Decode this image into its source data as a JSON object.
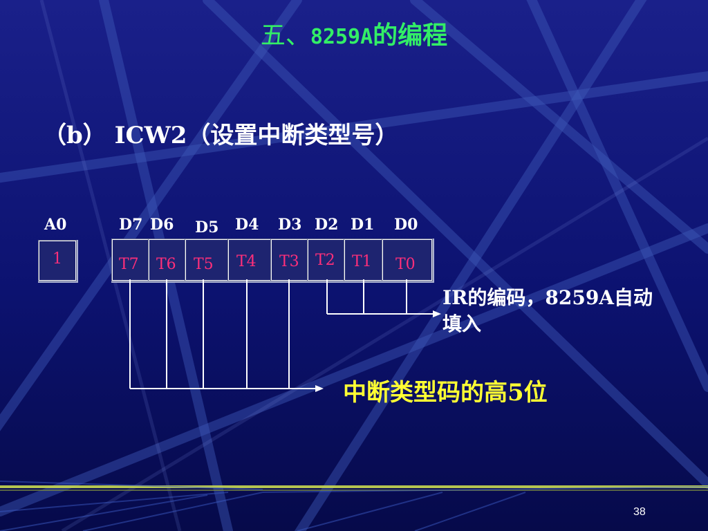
{
  "title": {
    "prefix": "五、",
    "number": "8259A",
    "suffix": "的编程"
  },
  "subtitle": "（b） ICW2（设置中断类型号）",
  "register": {
    "a0": {
      "label": "A0",
      "value": "1"
    },
    "bit_labels": [
      "D7",
      "D6",
      "D5",
      "D4",
      "D3",
      "D2",
      "D1",
      "D0"
    ],
    "cells": [
      "T7",
      "T6",
      "T5",
      "T4",
      "T3",
      "T2",
      "T1",
      "T0"
    ]
  },
  "notes": {
    "ir_code_line1": "IR的编码，8259A自动",
    "ir_code_line2": "填入",
    "high_bits": "中断类型码的高5位"
  },
  "page_number": "38",
  "colors": {
    "background": "#0a1060",
    "title": "#33ee66",
    "cell_text": "#ff2f7a",
    "highlight_text": "#ffff33"
  }
}
